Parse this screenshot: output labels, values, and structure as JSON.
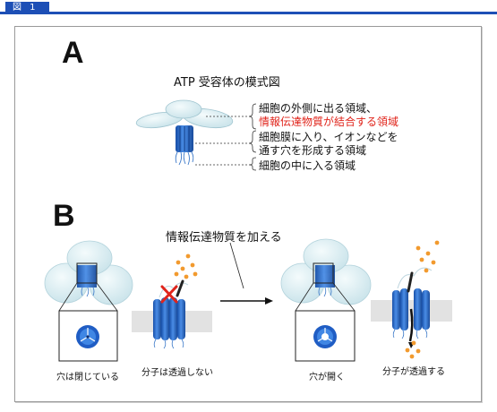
{
  "figure_tab": "図 1",
  "panel_a": {
    "letter": "A",
    "title": "ATP 受容体の模式図",
    "annotations": [
      {
        "text": "細胞の外側に出る領域、",
        "color": "#111111"
      },
      {
        "text": "情報伝達物質が結合する領域",
        "color": "#e0241b"
      },
      {
        "text": "細胞膜に入り、イオンなどを",
        "color": "#111111"
      },
      {
        "text": "通す穴を形成する領域",
        "color": "#111111"
      },
      {
        "text": "細胞の中に入る領域",
        "color": "#111111"
      }
    ]
  },
  "panel_b": {
    "letter": "B",
    "arrow_label": "情報伝達物質を加える",
    "closed_caption": "穴は閉じている",
    "closed_molecule_caption": "分子は透過しない",
    "open_caption": "穴が開く",
    "open_molecule_caption": "分子が透過する"
  },
  "colors": {
    "accent_blue": "#1d4fb6",
    "receptor_blue": "#2f6fcf",
    "receptor_pale": "#dbeef2",
    "ligand_orange": "#f29a2e",
    "cross_red": "#e0241b",
    "membrane_gray": "#e2e2e2"
  }
}
